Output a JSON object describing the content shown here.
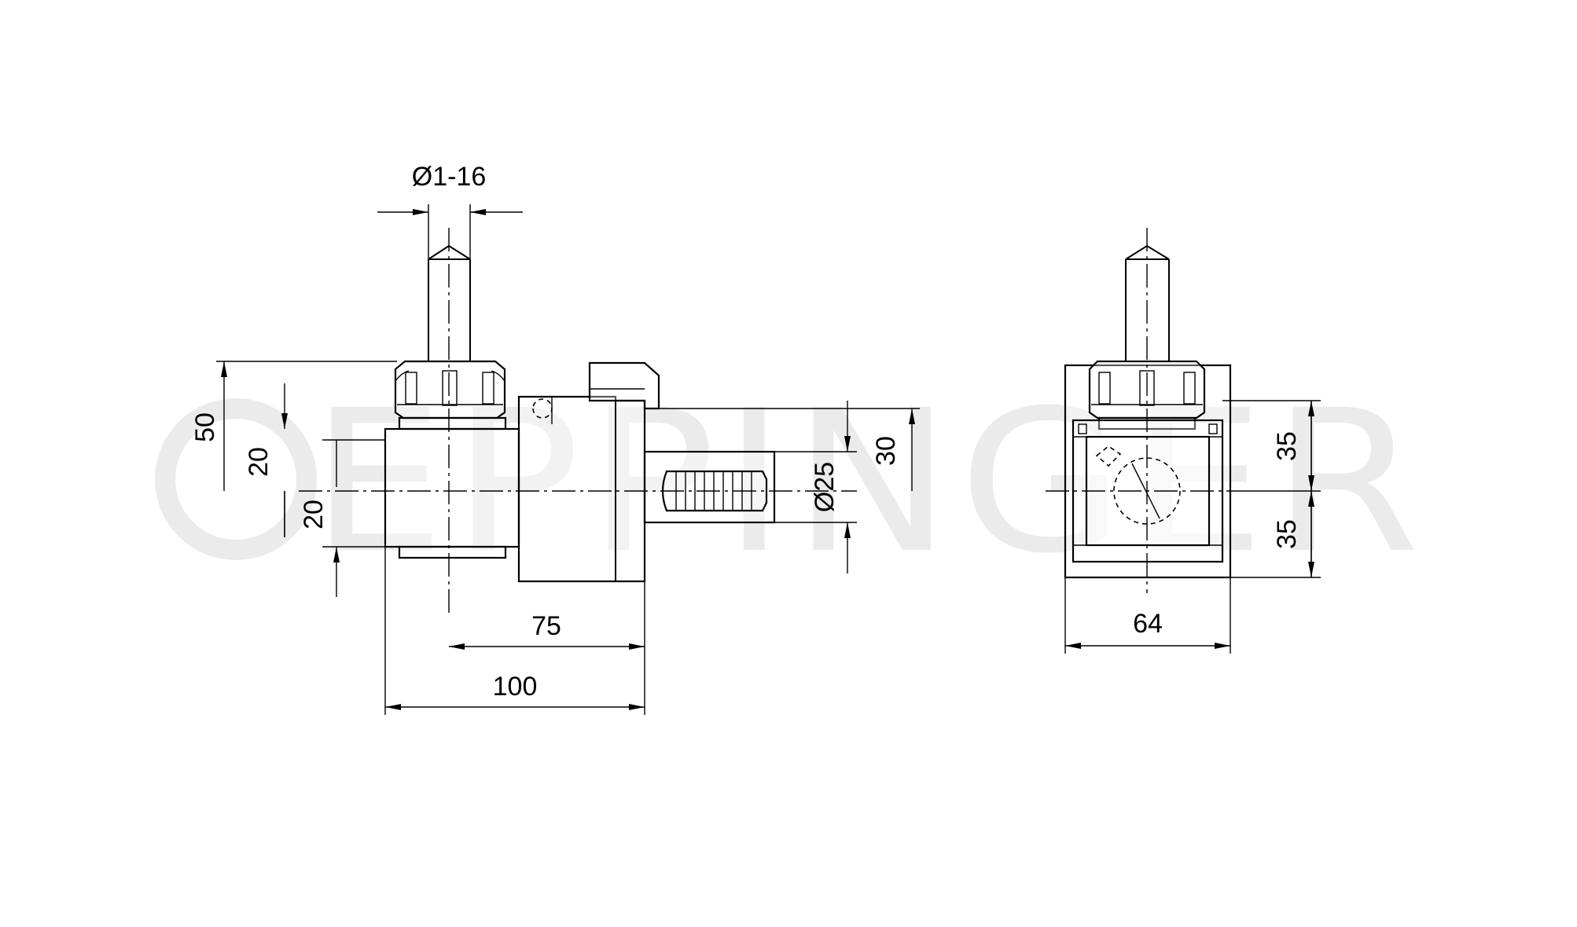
{
  "watermark": {
    "brand": "EPPINGER"
  },
  "side_view": {
    "dims": {
      "collet_range": "Ø1-16",
      "height_total": "50",
      "height_upper": "20",
      "height_lower": "20",
      "shank_height": "30",
      "shank_diameter": "Ø25",
      "length_75": "75",
      "length_100": "100"
    }
  },
  "front_view": {
    "dims": {
      "upper_35": "35",
      "lower_35": "35",
      "width_64": "64"
    }
  }
}
